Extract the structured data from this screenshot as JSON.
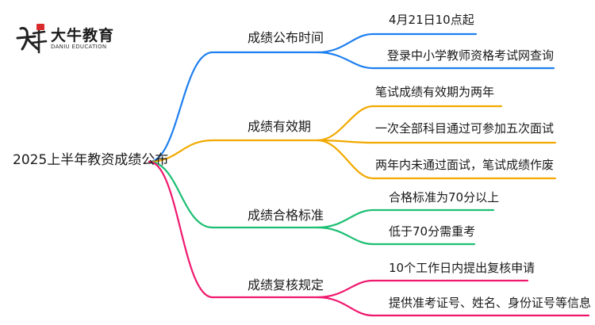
{
  "logo": {
    "name": "大牛教育",
    "subtitle": "DANIU EDUCATION"
  },
  "root": "2025上半年教资成绩公布",
  "colors": {
    "blue": "#1e7ff0",
    "orange": "#f2a900",
    "green": "#1dbf73",
    "pink": "#f0186e"
  },
  "branches": [
    {
      "label": "成绩公布时间",
      "color": "blue",
      "leaves": [
        "4月21日10点起",
        "登录中小学教师资格考试网查询"
      ]
    },
    {
      "label": "成绩有效期",
      "color": "orange",
      "leaves": [
        "笔试成绩有效期为两年",
        "一次全部科目通过可参加五次面试",
        "两年内未通过面试，笔试成绩作废"
      ]
    },
    {
      "label": "成绩合格标准",
      "color": "green",
      "leaves": [
        "合格标准为70分以上",
        "低于70分需重考"
      ]
    },
    {
      "label": "成绩复核规定",
      "color": "pink",
      "leaves": [
        "10个工作日内提出复核申请",
        "提供准考证号、姓名、身份证号等信息"
      ]
    }
  ]
}
